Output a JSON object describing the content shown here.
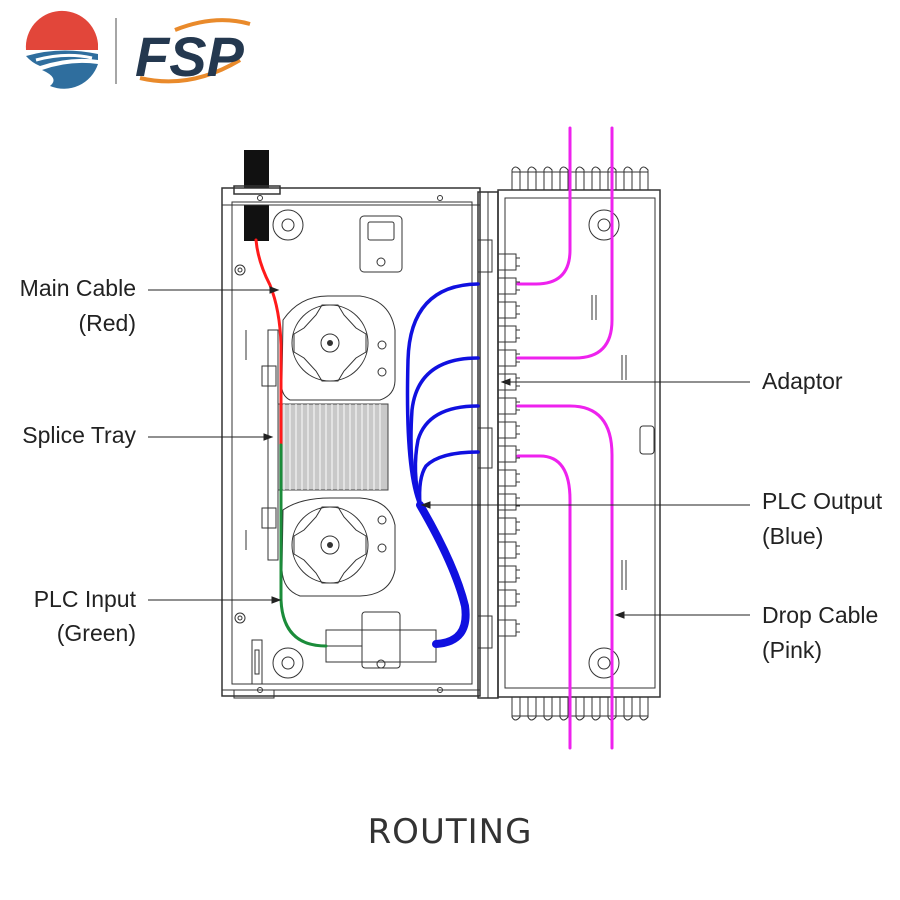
{
  "logo": {
    "brand": "FSP",
    "colors": {
      "red": "#E2463A",
      "blue": "#2F6E9E",
      "orange": "#E98A2B",
      "navy": "#24384F"
    }
  },
  "labels": {
    "main_cable": [
      "Main Cable",
      "(Red)"
    ],
    "splice_tray": "Splice Tray",
    "plc_input": [
      "PLC Input",
      "(Green)"
    ],
    "adaptor": "Adaptor",
    "plc_output": [
      "PLC Output",
      "(Blue)"
    ],
    "drop_cable": [
      "Drop Cable",
      "(Pink)"
    ]
  },
  "title": "ROUTING",
  "cable_colors": {
    "main": "#FF1A1A",
    "plc_input": "#1B8C3A",
    "plc_output": "#1010E0",
    "drop": "#EE22EE"
  }
}
